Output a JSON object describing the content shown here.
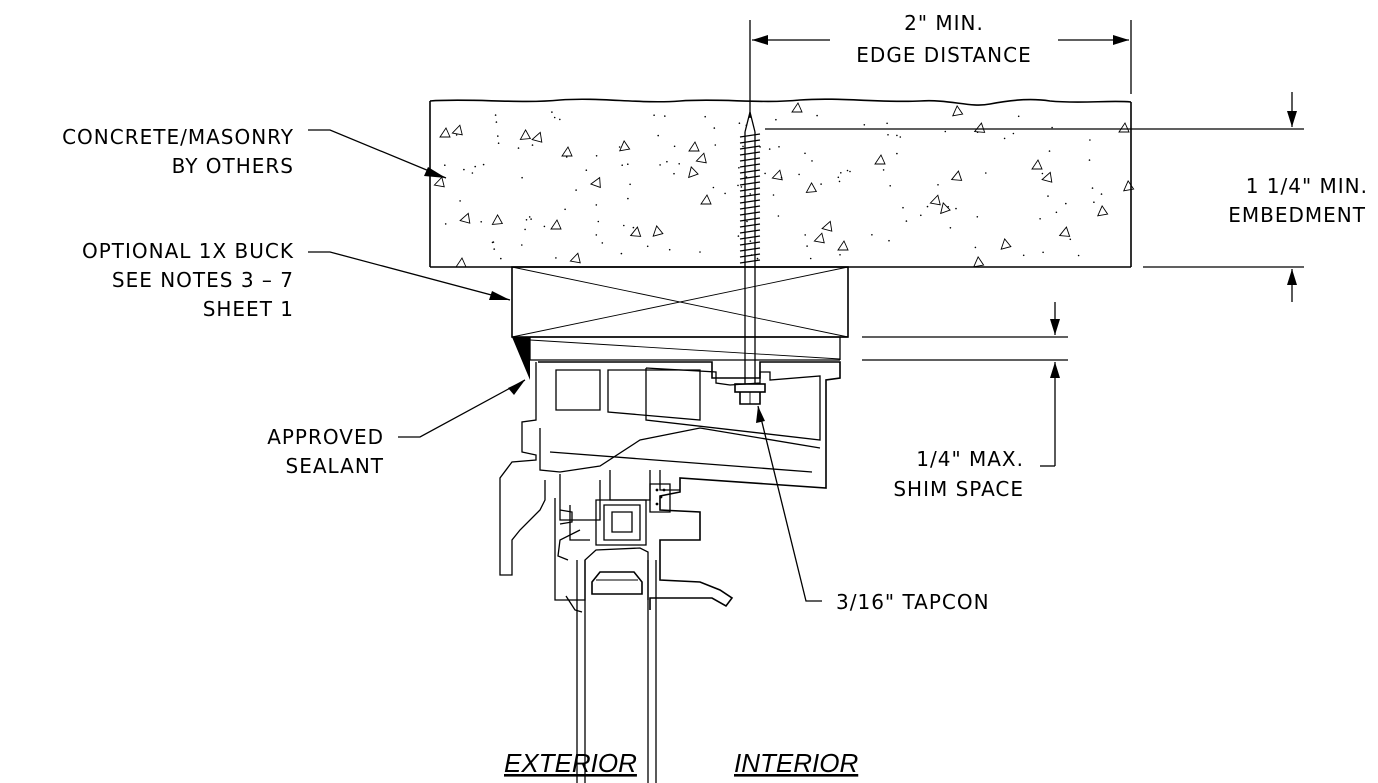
{
  "labels": {
    "concrete_line1": "CONCRETE/MASONRY",
    "concrete_line2": "BY OTHERS",
    "buck_line1": "OPTIONAL 1X BUCK",
    "buck_line2": "SEE NOTES 3 – 7",
    "buck_line3": "SHEET 1",
    "sealant_line1": "APPROVED",
    "sealant_line2": "SEALANT",
    "edge_line1": "2\" MIN.",
    "edge_line2": "EDGE DISTANCE",
    "embed_line1": "1 1/4\" MIN.",
    "embed_line2": "EMBEDMENT",
    "shim_line1": "1/4\" MAX.",
    "shim_line2": "SHIM SPACE",
    "tapcon": "3/16\" TAPCON",
    "exterior": "EXTERIOR",
    "interior": "INTERIOR"
  }
}
